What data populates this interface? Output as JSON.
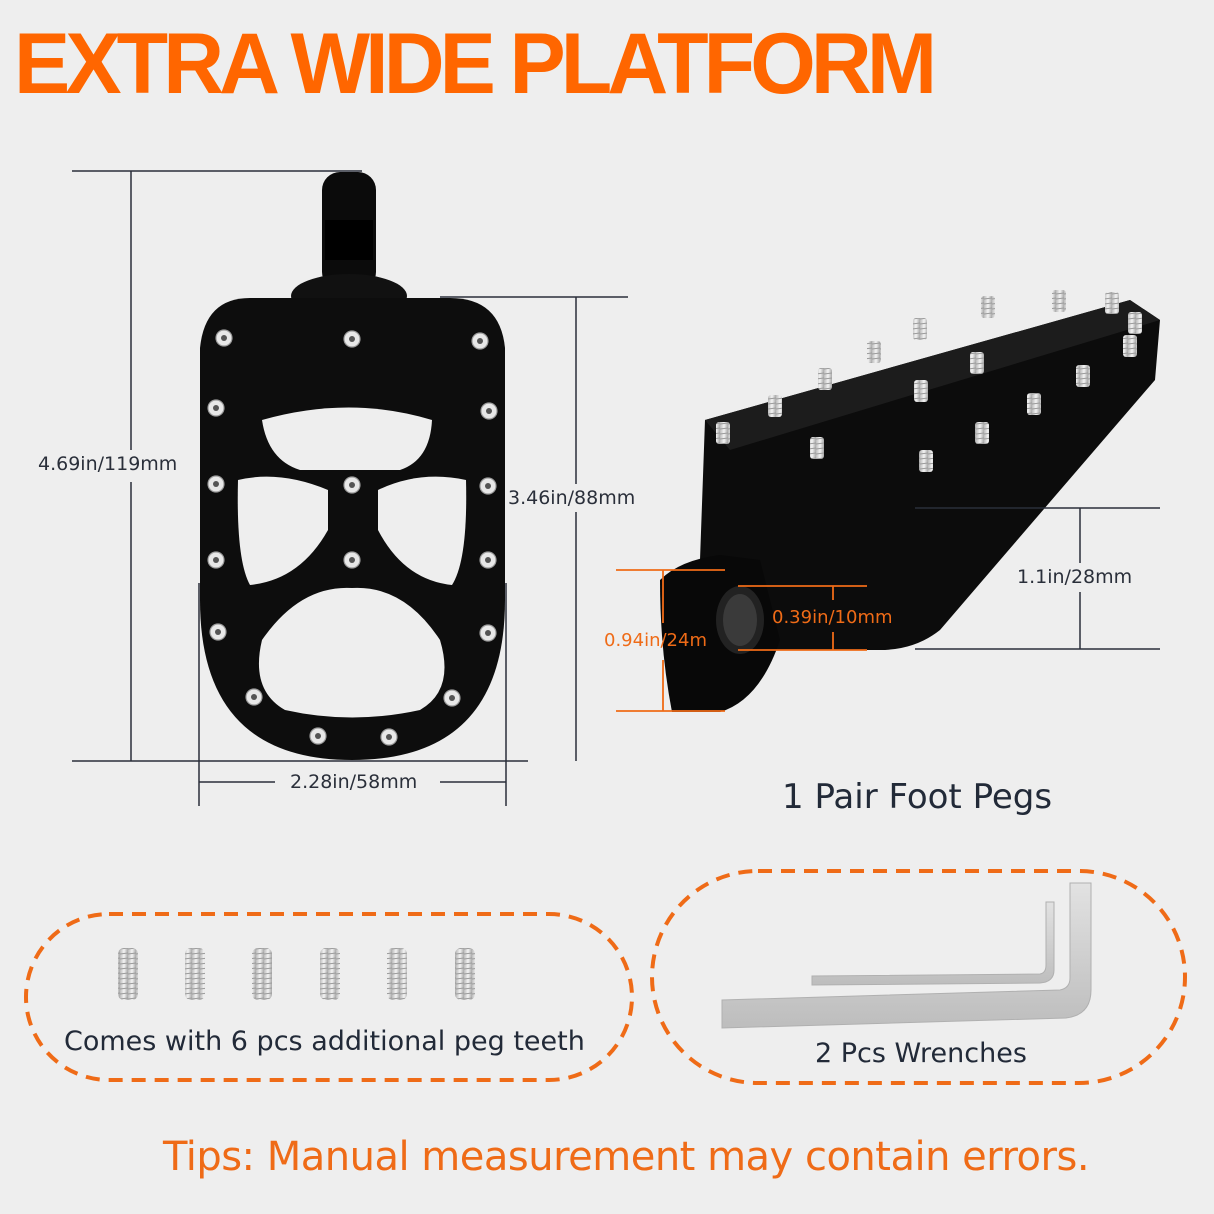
{
  "header": {
    "title": "EXTRA WIDE PLATFORM"
  },
  "colors": {
    "accent": "#ff6600",
    "text_dark": "#222a38",
    "background": "#eeeeee",
    "product": "#0d0d0d",
    "dimension_orange": "#ef6b17"
  },
  "dimensions": {
    "overall_length": "4.69in/119mm",
    "platform_length": "3.46in/88mm",
    "platform_width": "2.28in/58mm",
    "height": "1.1in/28mm",
    "mount_height": "0.94in/24m",
    "mount_hole": "0.39in/10mm"
  },
  "product": {
    "caption": "1 Pair Foot Pegs"
  },
  "accessories": [
    {
      "caption": "Comes with 6 pcs additional peg teeth",
      "count": 6
    },
    {
      "caption": "2 Pcs Wrenches",
      "count": 2
    }
  ],
  "footer": {
    "tips": "Tips: Manual measurement may contain errors."
  }
}
